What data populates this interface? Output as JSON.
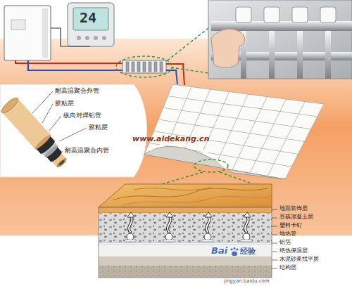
{
  "diagram": {
    "labels": [
      "24",
      "耐高温聚合外管",
      "胶粘层",
      "纵向对焊铝管",
      "胶粘层",
      "耐高温聚合内管",
      "www.aldekang.cn",
      "地面装饰层",
      "豆砾混凝土层",
      "塑料卡钉",
      "地热管",
      "铝箔",
      "绝热保温层",
      "水泥砂浆找平层",
      "结构层",
      "Bai",
      "经验",
      "jingyan.baidu.com"
    ]
  }
}
